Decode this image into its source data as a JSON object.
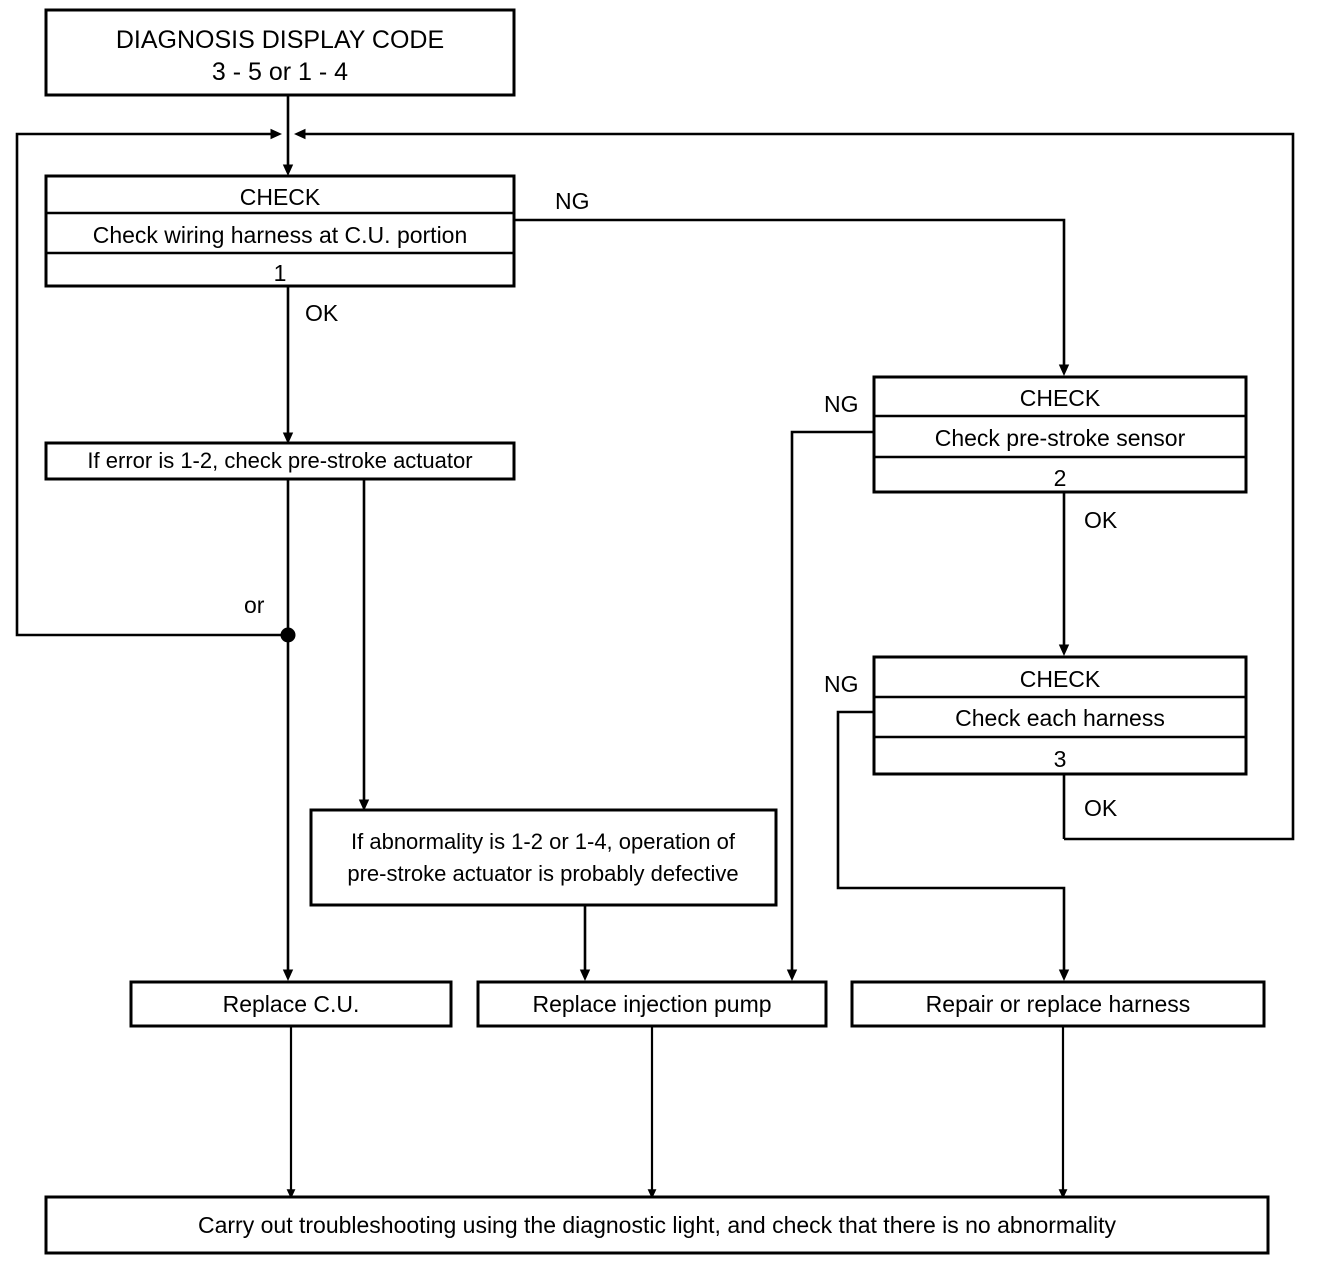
{
  "diagram": {
    "type": "flowchart",
    "title": "Diagnosis display code troubleshooting flowchart",
    "start": {
      "line1": "DIAGNOSIS DISPLAY CODE",
      "line2": "3 - 5 or 1 - 4"
    },
    "checks": [
      {
        "id": "check1",
        "header": "CHECK",
        "body": "Check wiring harness at C.U. portion",
        "number": "1",
        "ok_label": "OK",
        "ng_label": "NG"
      },
      {
        "id": "check2",
        "header": "CHECK",
        "body": "Check pre-stroke sensor",
        "number": "2",
        "ok_label": "OK",
        "ng_label": "NG"
      },
      {
        "id": "check3",
        "header": "CHECK",
        "body": "Check each harness",
        "number": "3",
        "ok_label": "OK",
        "ng_label": "NG"
      }
    ],
    "notes": [
      {
        "id": "note-error-1-2",
        "text": "If error is 1-2, check pre-stroke actuator"
      },
      {
        "id": "note-abnormality",
        "line1": "If abnormality is 1-2 or 1-4, operation of",
        "line2": "pre-stroke actuator is probably defective"
      }
    ],
    "or_label": "or",
    "actions": [
      {
        "id": "replace-cu",
        "text": "Replace C.U."
      },
      {
        "id": "replace-injection-pump",
        "text": "Replace injection pump"
      },
      {
        "id": "repair-replace-harness",
        "text": "Repair or replace harness"
      }
    ],
    "final": {
      "text": "Carry out troubleshooting using the diagnostic light, and check that there is no abnormality"
    },
    "colors": {
      "stroke": "#000000",
      "fill": "#ffffff",
      "text": "#000000"
    }
  }
}
